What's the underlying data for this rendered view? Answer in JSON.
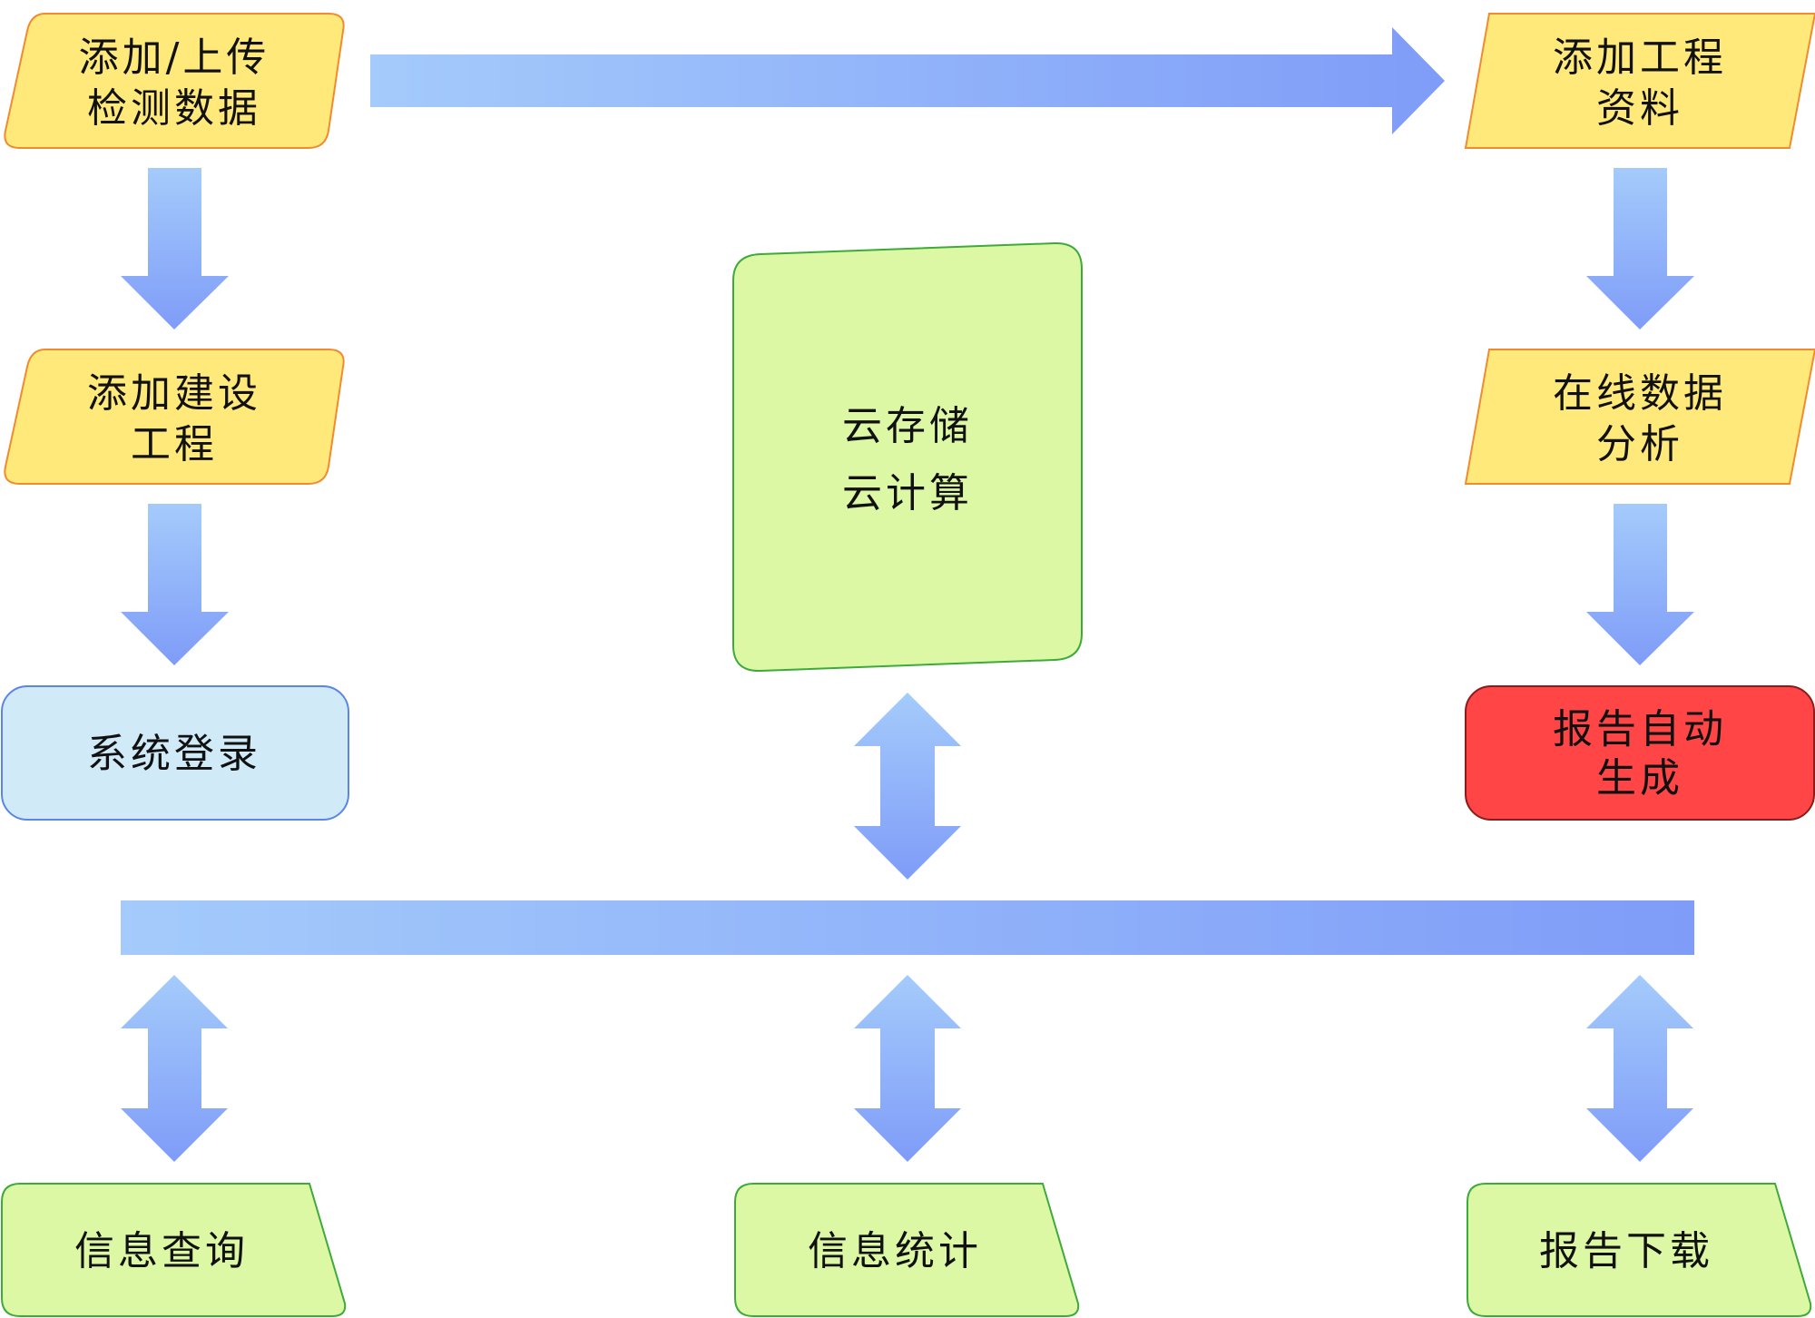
{
  "colors": {
    "yellow_fill": "#FFE97A",
    "yellow_stroke": "#F28A2E",
    "green_fill": "#DDF8A5",
    "green_stroke": "#3DAA3A",
    "blue_fill": "#D0EAF8",
    "blue_stroke": "#5A86E8",
    "red_fill": "#FF4545",
    "red_stroke": "#8A1C1C",
    "arrow_light": "#A4CBFB",
    "arrow_dark": "#7F9CF8"
  },
  "nodes": {
    "upload_data": {
      "line1": "添加/上传",
      "line2": "检测数据"
    },
    "add_project_docs": {
      "line1": "添加工程",
      "line2": "资料"
    },
    "add_construction": {
      "line1": "添加建设",
      "line2": "工程"
    },
    "online_analysis": {
      "line1": "在线数据",
      "line2": "分析"
    },
    "cloud": {
      "line1": "云存储",
      "line2": "云计算"
    },
    "system_login": {
      "line1": "系统登录"
    },
    "report_auto": {
      "line1": "报告自动",
      "line2": "生成"
    },
    "info_query": {
      "line1": "信息查询"
    },
    "info_stats": {
      "line1": "信息统计"
    },
    "report_download": {
      "line1": "报告下载"
    }
  }
}
